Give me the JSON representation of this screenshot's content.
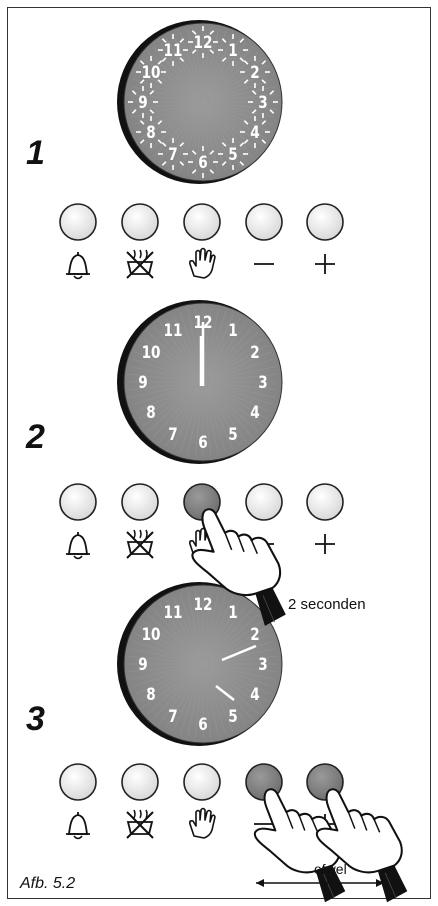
{
  "figure": {
    "caption": "Afb. 5.2",
    "steps": [
      {
        "number": "1",
        "clock_state": "blinking-dial",
        "pressed": [],
        "annotation": ""
      },
      {
        "number": "2",
        "clock_state": "hands-at-12",
        "pressed": [
          "hand"
        ],
        "annotation": "2 seconden"
      },
      {
        "number": "3",
        "clock_state": "time-set",
        "pressed": [
          "minus",
          "plus"
        ],
        "annotation": "ofwel"
      }
    ],
    "dial_numerals": [
      "12",
      "1",
      "2",
      "3",
      "4",
      "5",
      "6",
      "7",
      "8",
      "9",
      "10",
      "11"
    ],
    "buttons": [
      {
        "id": "timer",
        "icon": "bell-icon"
      },
      {
        "id": "end",
        "icon": "crossed-pot-icon"
      },
      {
        "id": "hand",
        "icon": "hand-icon"
      },
      {
        "id": "minus",
        "icon": "minus-icon",
        "symbol": "−"
      },
      {
        "id": "plus",
        "icon": "plus-icon",
        "symbol": "+"
      }
    ],
    "colors": {
      "dial": "#8c8c8c",
      "button": "#ececec",
      "button_pressed": "#7a7a7a",
      "ink": "#111111"
    }
  }
}
